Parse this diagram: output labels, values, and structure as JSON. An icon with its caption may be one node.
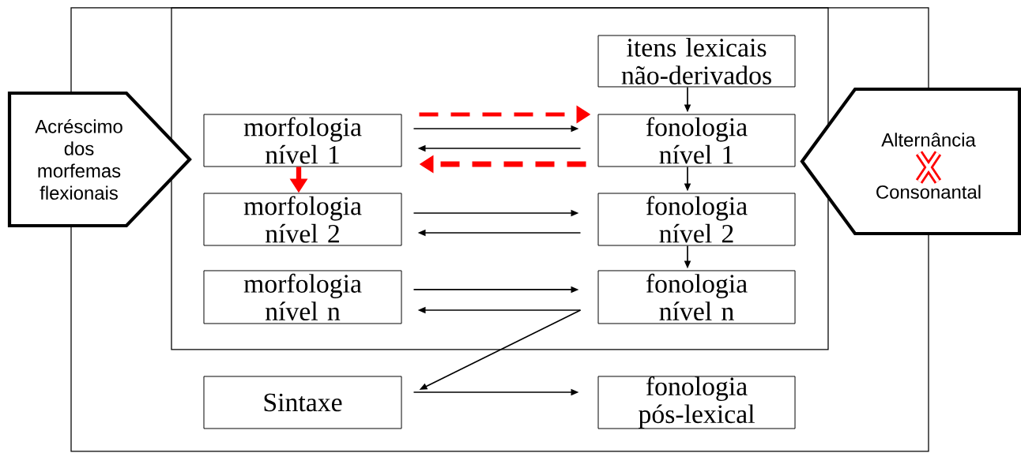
{
  "diagram": {
    "nodes": [
      {
        "text": [],
        "shape": "box"
      },
      {
        "text": [],
        "shape": "box",
        "in": 0
      },
      {
        "text": [
          "itens lexicais não-derivados"
        ],
        "in": 1
      },
      {
        "text": [
          "Acréscimo dos morfemas flexionais"
        ]
      },
      {
        "text": [
          "morfologia nível 1"
        ],
        "in": 1
      },
      {
        "text": [
          "fonologia nível 1"
        ],
        "in": 1
      },
      {
        "text": [
          "Alternância Consonantal"
        ]
      },
      {
        "text": [
          "morfologia nível 2"
        ],
        "in": 1
      },
      {
        "text": [
          "fonologia nível 2"
        ],
        "in": 1
      },
      {
        "text": [
          "morfologia nível n"
        ],
        "in": 1
      },
      {
        "text": [
          "fonologia nível n"
        ],
        "in": 1
      },
      {
        "text": [
          "Sintaxe"
        ],
        "in": 0
      },
      {
        "text": [
          "fonologia pós-lexical"
        ],
        "in": 0
      }
    ],
    "edges": [
      {
        "from": 2,
        "to": 5,
        "arrow": "to"
      },
      {
        "from": 4,
        "to": 5,
        "arrow": "to"
      },
      {
        "from": 5,
        "to": 4,
        "arrow": "to"
      },
      {
        "from": 4,
        "to": 5,
        "arrow": "to",
        "style": "dashed",
        "color": "#ff0000"
      },
      {
        "from": 5,
        "to": 4,
        "arrow": "to",
        "style": "dashed",
        "color": "#ff0000"
      },
      {
        "from": 4,
        "to": 7,
        "arrow": "to",
        "style": "thick",
        "color": "#ff0000"
      },
      {
        "from": 5,
        "to": 8,
        "arrow": "to"
      },
      {
        "from": 7,
        "to": 8,
        "arrow": "to"
      },
      {
        "from": 8,
        "to": 7,
        "arrow": "to"
      },
      {
        "from": 8,
        "to": 10,
        "arrow": "to"
      },
      {
        "from": 9,
        "to": 10,
        "arrow": "to"
      },
      {
        "from": 10,
        "to": 9,
        "arrow": "to"
      },
      {
        "from": 10,
        "to": 11,
        "arrow": "to"
      },
      {
        "from": 11,
        "to": 12,
        "arrow": "to"
      }
    ]
  }
}
